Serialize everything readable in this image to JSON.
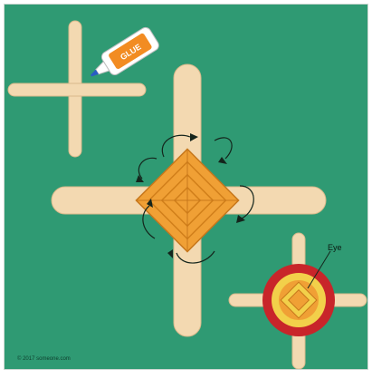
{
  "illustration": {
    "glue_bottle": {
      "label": "GLUE",
      "icon": "glue-bottle-icon"
    },
    "eye_label": "Eye",
    "copyright": "© 2017 someone.com"
  },
  "colors": {
    "background": "#2f9a73",
    "stick": "#f3d9b1",
    "stick_outline": "#d9b98b",
    "yarn_orange": "#f0a035",
    "yarn_red": "#c8252a",
    "yarn_yellow": "#f2d04a",
    "glue_body": "#ffffff",
    "glue_label": "#f28c22",
    "glue_cap": "#2a5cc4"
  }
}
